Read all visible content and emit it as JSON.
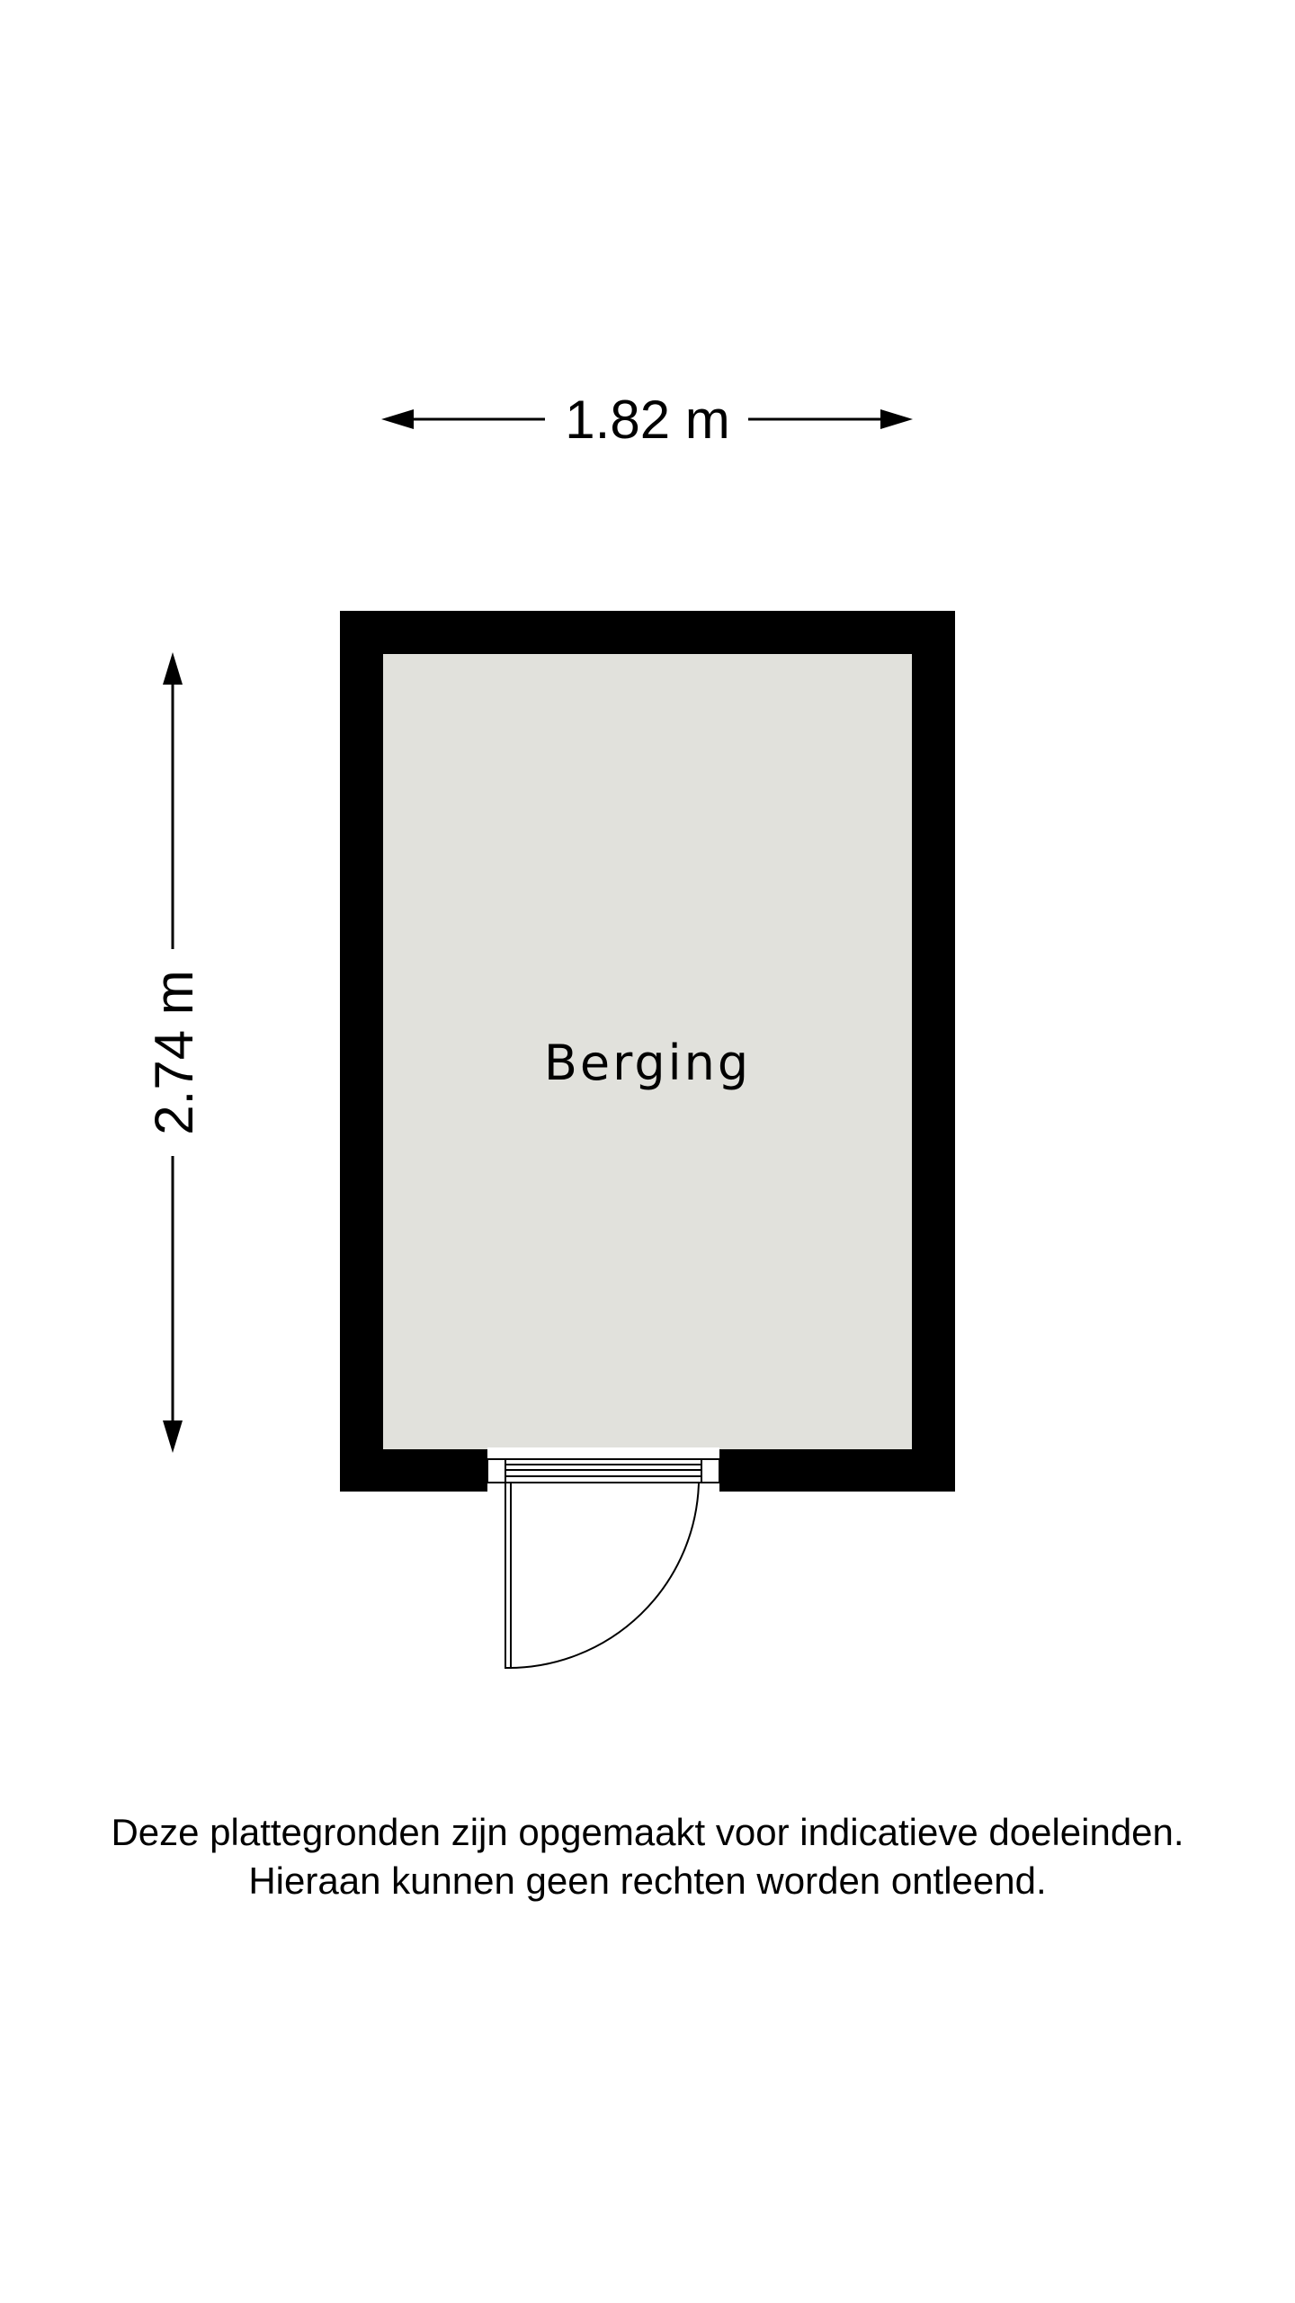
{
  "dimensions": {
    "width_label": "1.82 m",
    "height_label": "2.74 m"
  },
  "rooms": [
    {
      "name": "Berging"
    }
  ],
  "disclaimer": {
    "line1": "Deze plattegronden zijn opgemaakt voor indicatieve doeleinden.",
    "line2": "Hieraan kunnen geen rechten worden ontleend."
  },
  "colors": {
    "wall": "#000000",
    "floor": "#e1e1dc",
    "background": "#ffffff"
  }
}
